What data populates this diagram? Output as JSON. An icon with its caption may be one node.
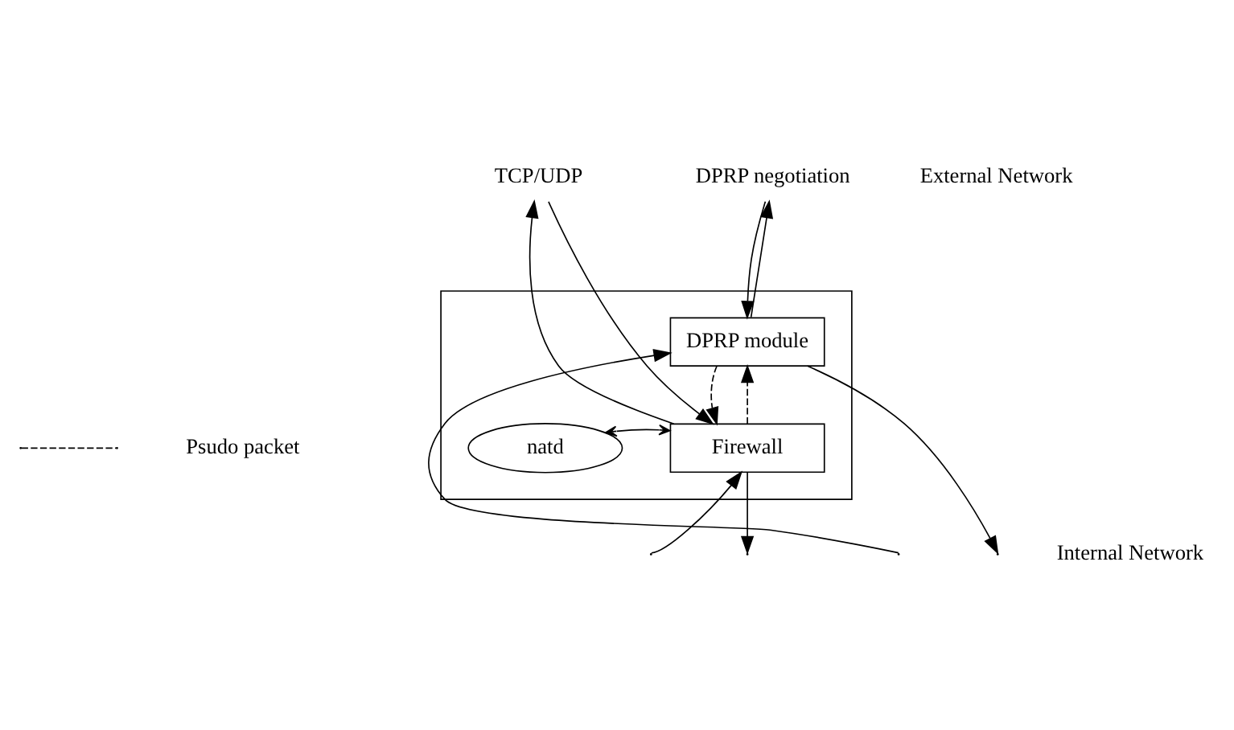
{
  "diagram": {
    "nodes": [
      {
        "text": [
          "TCP/UDP"
        ]
      },
      {
        "text": [
          "DPRP negotiation"
        ]
      },
      {
        "text": [],
        "shape": "box"
      },
      {
        "text": [
          "DPRP module"
        ],
        "in": 2
      },
      {
        "text": [
          "natd"
        ],
        "in": 2
      },
      {
        "text": [
          "Firewall"
        ],
        "in": 2
      }
    ],
    "edges": [
      {
        "from": 5,
        "to": 0,
        "arrow": "to"
      },
      {
        "from": 0,
        "to": 5,
        "arrow": "to"
      },
      {
        "from": 3,
        "to": 1,
        "arrow": "to"
      },
      {
        "from": 1,
        "to": 3,
        "arrow": "to"
      },
      {
        "from": 4,
        "to": 5,
        "arrow": "both"
      },
      {
        "from": 5,
        "to": 3,
        "arrow": "to",
        "style": "dashed"
      },
      {
        "from": 3,
        "to": 5,
        "arrow": "to",
        "style": "dashed"
      },
      {
        "from": null,
        "to": 5,
        "arrow": "to"
      },
      {
        "from": 5,
        "to": null,
        "arrow": "to"
      },
      {
        "from": null,
        "to": 3,
        "arrow": "to"
      },
      {
        "from": 3,
        "to": null,
        "arrow": "to"
      }
    ],
    "labels": [
      "External Network",
      "Internal Network"
    ],
    "legend": [
      {
        "text": "Psudo packet"
      }
    ]
  }
}
